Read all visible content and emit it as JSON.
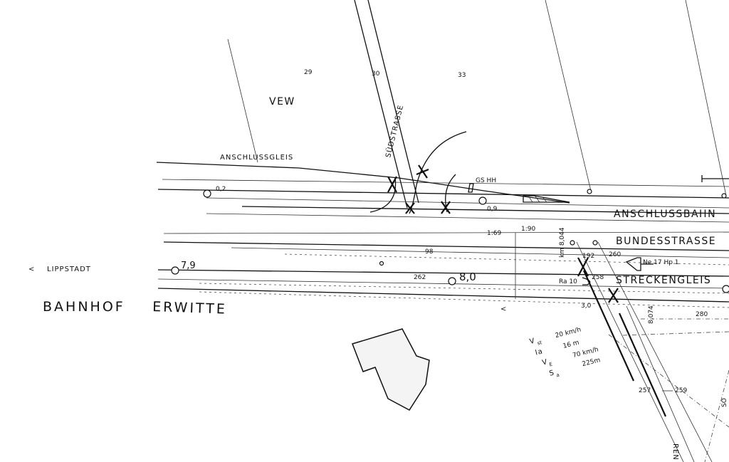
{
  "plan": {
    "station": {
      "name": "BAHNHOF",
      "place": "ERWITTE"
    },
    "direction": {
      "arrow": "<",
      "label": "LIPPSTADT"
    },
    "parcels": [
      "29",
      "30",
      "33"
    ],
    "owner": "VEW",
    "street": "SÜDSTRASSE",
    "siding_label": "ANSCHLUSSGLEIS",
    "lines": {
      "anschlussbahn": "ANSCHLUSSBAHN",
      "bundesstrasse": "BUNDESSTRASSE",
      "streckengleis": "STRECKENGLEIS"
    },
    "km_marks": {
      "k02": "0,2",
      "k09": "0,9",
      "k79": "7,9",
      "k80": "8,0",
      "k30": "3,0",
      "km8044": "km 8,044",
      "km8074": "8,074"
    },
    "gradients": {
      "g1": "1:69",
      "g2": "1:90"
    },
    "signal_labels": {
      "gshh": "GS HH",
      "ne": "Ne 17 Hp 1",
      "ra": "Ra 10"
    },
    "numbers": {
      "n98": "98",
      "n192": "192",
      "n260": "260",
      "n262": "262",
      "n258": "258",
      "n280": "280",
      "n257": "257",
      "n259": "259",
      "so": "SO",
      "ren": "REN",
      "arrow2": "<"
    },
    "params": [
      {
        "sym": "V",
        "sub": "st",
        "val": "20 km/h"
      },
      {
        "sym": "la",
        "sub": "",
        "val": "16 m"
      },
      {
        "sym": "V",
        "sub": "E",
        "val": "70 km/h"
      },
      {
        "sym": "S",
        "sub": "a",
        "val": "225m"
      }
    ]
  }
}
